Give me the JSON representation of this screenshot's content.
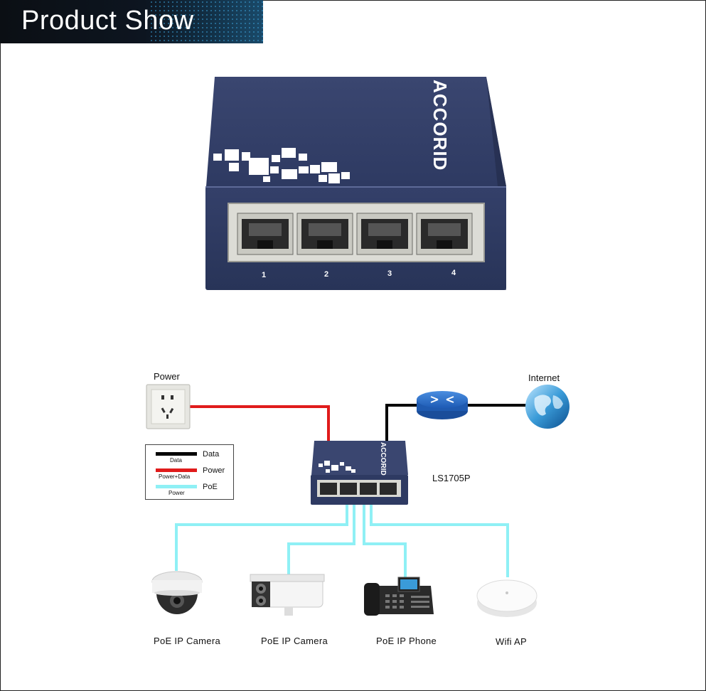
{
  "header": {
    "title": "Product Show"
  },
  "product": {
    "brand": "ACCORID",
    "port_numbers": [
      "1",
      "2",
      "3",
      "4"
    ]
  },
  "diagram": {
    "power_label": "Power",
    "internet_label": "Internet",
    "switch_model": "LS1705P",
    "legend": [
      {
        "name": "Data",
        "caption": "Data",
        "color": "#000000"
      },
      {
        "name": "Power",
        "caption": "Power+Data",
        "color": "#e01b1b"
      },
      {
        "name": "PoE",
        "caption": "Power",
        "color": "#8ff0f5"
      }
    ],
    "devices": [
      {
        "label": "PoE IP Camera",
        "icon": "dome-camera-icon"
      },
      {
        "label": "PoE IP Camera",
        "icon": "bullet-camera-icon"
      },
      {
        "label": "PoE IP Phone",
        "icon": "ip-phone-icon"
      },
      {
        "label": "Wifi AP",
        "icon": "access-point-icon"
      }
    ]
  }
}
